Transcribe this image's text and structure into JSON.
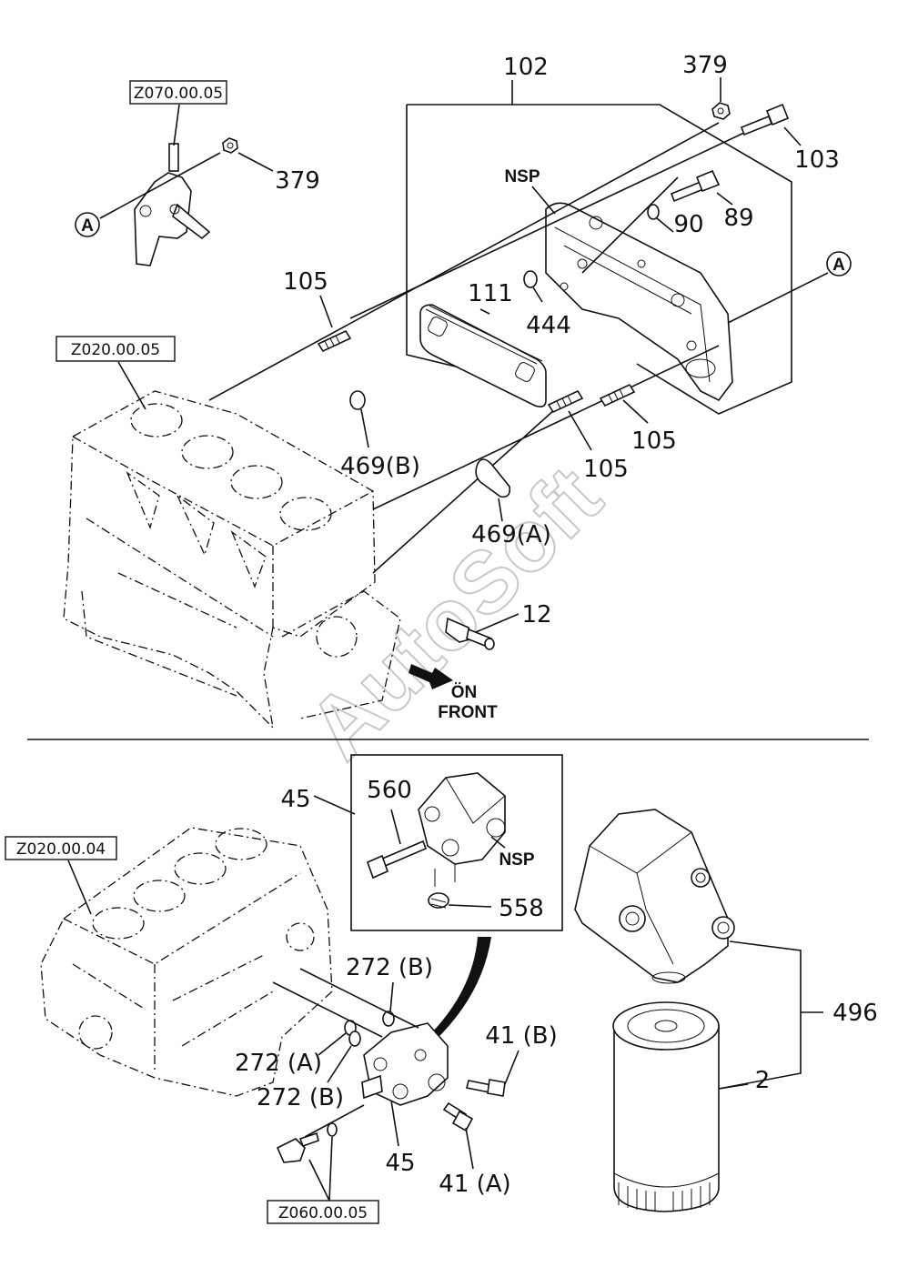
{
  "refs": {
    "z070": "Z070.00.05",
    "z020_top": "Z020.00.05",
    "z020_bottom": "Z020.00.04",
    "z060": "Z060.00.05"
  },
  "labels": {
    "p102": "102",
    "p379_top": "379",
    "p379_left": "379",
    "p103": "103",
    "nsp_top": "NSP",
    "p89": "89",
    "p90": "90",
    "circleA_top": "A",
    "circleA_left": "A",
    "p105_left": "105",
    "p111": "111",
    "p444": "444",
    "p469b": "469(B)",
    "p105_right": "105",
    "p105_mid": "105",
    "p469a": "469(A)",
    "p12": "12",
    "front_1": "ÖN",
    "front_2": "FRONT",
    "p45_top": "45",
    "p560": "560",
    "nsp_box": "NSP",
    "p558": "558",
    "p272b_top": "272 (B)",
    "p272a": "272 (A)",
    "p272b_bottom": "272 (B)",
    "p41b": "41 (B)",
    "p41a": "41 (A)",
    "p45_bottom": "45",
    "p496": "496",
    "p2": "2"
  },
  "watermark": "AutoSoft"
}
